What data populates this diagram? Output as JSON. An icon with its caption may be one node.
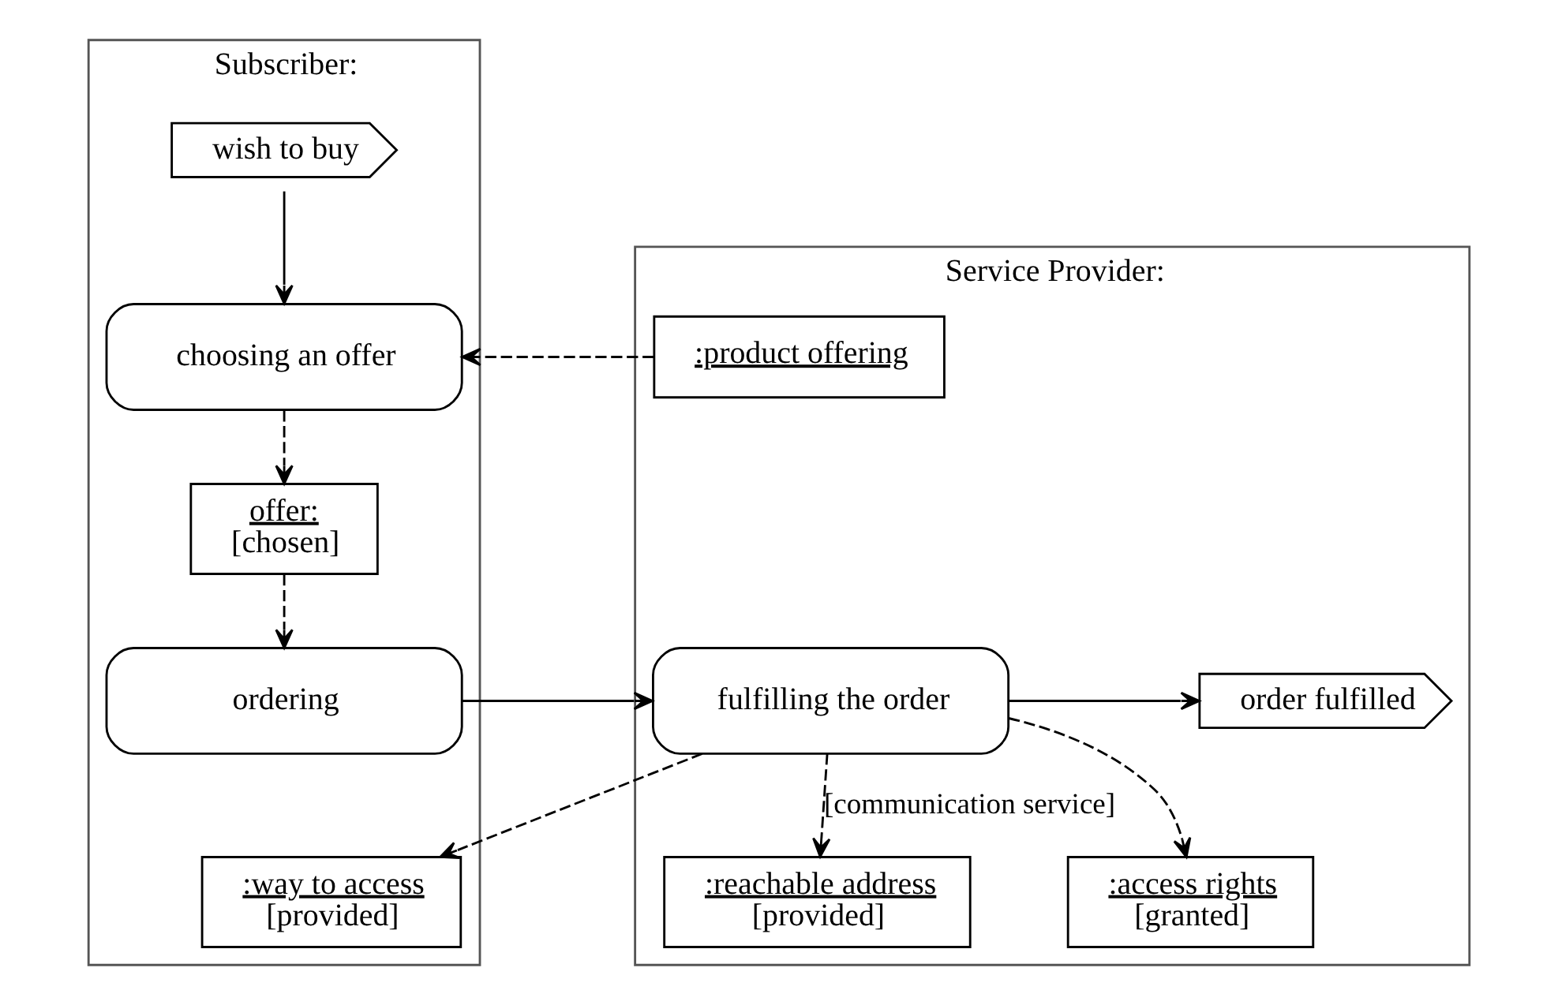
{
  "diagram": {
    "nodes": [
      {
        "text": [
          "Subscriber:"
        ]
      },
      {
        "text": [
          "Service Provider:"
        ]
      },
      {
        "text": [
          "wish to buy"
        ],
        "in": 0
      },
      {
        "text": [
          "choosing an offer"
        ],
        "in": 0
      },
      {
        "text": [
          ":product offering"
        ],
        "in": 1
      },
      {
        "text": [
          "offer:",
          "[chosen]"
        ],
        "in": 0
      },
      {
        "text": [
          "ordering"
        ],
        "in": 0
      },
      {
        "text": [
          "fulfilling the order"
        ],
        "in": 1
      },
      {
        "text": [
          "order fulfilled"
        ],
        "in": 1
      },
      {
        "text": [
          ":way to access",
          "[provided]"
        ],
        "in": 0
      },
      {
        "text": [
          ":reachable address",
          "[provided]"
        ],
        "in": 1
      },
      {
        "text": [
          ":access rights",
          "[granted]"
        ],
        "in": 1
      }
    ],
    "edges": [
      {
        "from": 2,
        "to": 3,
        "arrow": "to"
      },
      {
        "from": 4,
        "to": 3,
        "arrow": "to",
        "style": "dashed"
      },
      {
        "from": 3,
        "to": 5,
        "arrow": "to",
        "style": "dashed"
      },
      {
        "from": 5,
        "to": 6,
        "arrow": "to",
        "style": "dashed"
      },
      {
        "from": 6,
        "to": 7,
        "arrow": "to"
      },
      {
        "from": 7,
        "to": 8,
        "arrow": "to"
      },
      {
        "from": 7,
        "to": 9,
        "arrow": "to",
        "style": "dashed"
      },
      {
        "from": 7,
        "to": 10,
        "arrow": "to",
        "style": "dashed",
        "label": "[communication service]"
      },
      {
        "from": 7,
        "to": 11,
        "arrow": "to",
        "style": "dashed"
      }
    ]
  }
}
